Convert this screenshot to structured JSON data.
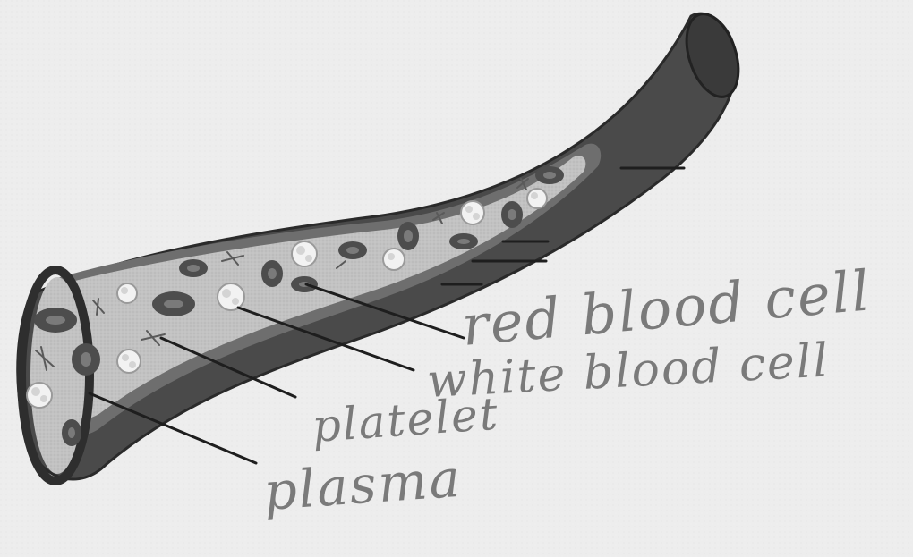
{
  "labels": {
    "red_blood_cell": "red blood cell",
    "white_blood_cell": "white blood cell",
    "platelet": "platelet",
    "plasma": "plasma"
  },
  "colors": {
    "paper": "#ededed",
    "vessel_outer": "#4a4a4a",
    "vessel_wall": "#6e6e6e",
    "plasma": "#bfbfbf",
    "red_cell": "#4d4d4d",
    "white_cell": "#f2f2f2",
    "handwriting": "#7a7a7a",
    "leader_line": "#1e1e1e"
  }
}
